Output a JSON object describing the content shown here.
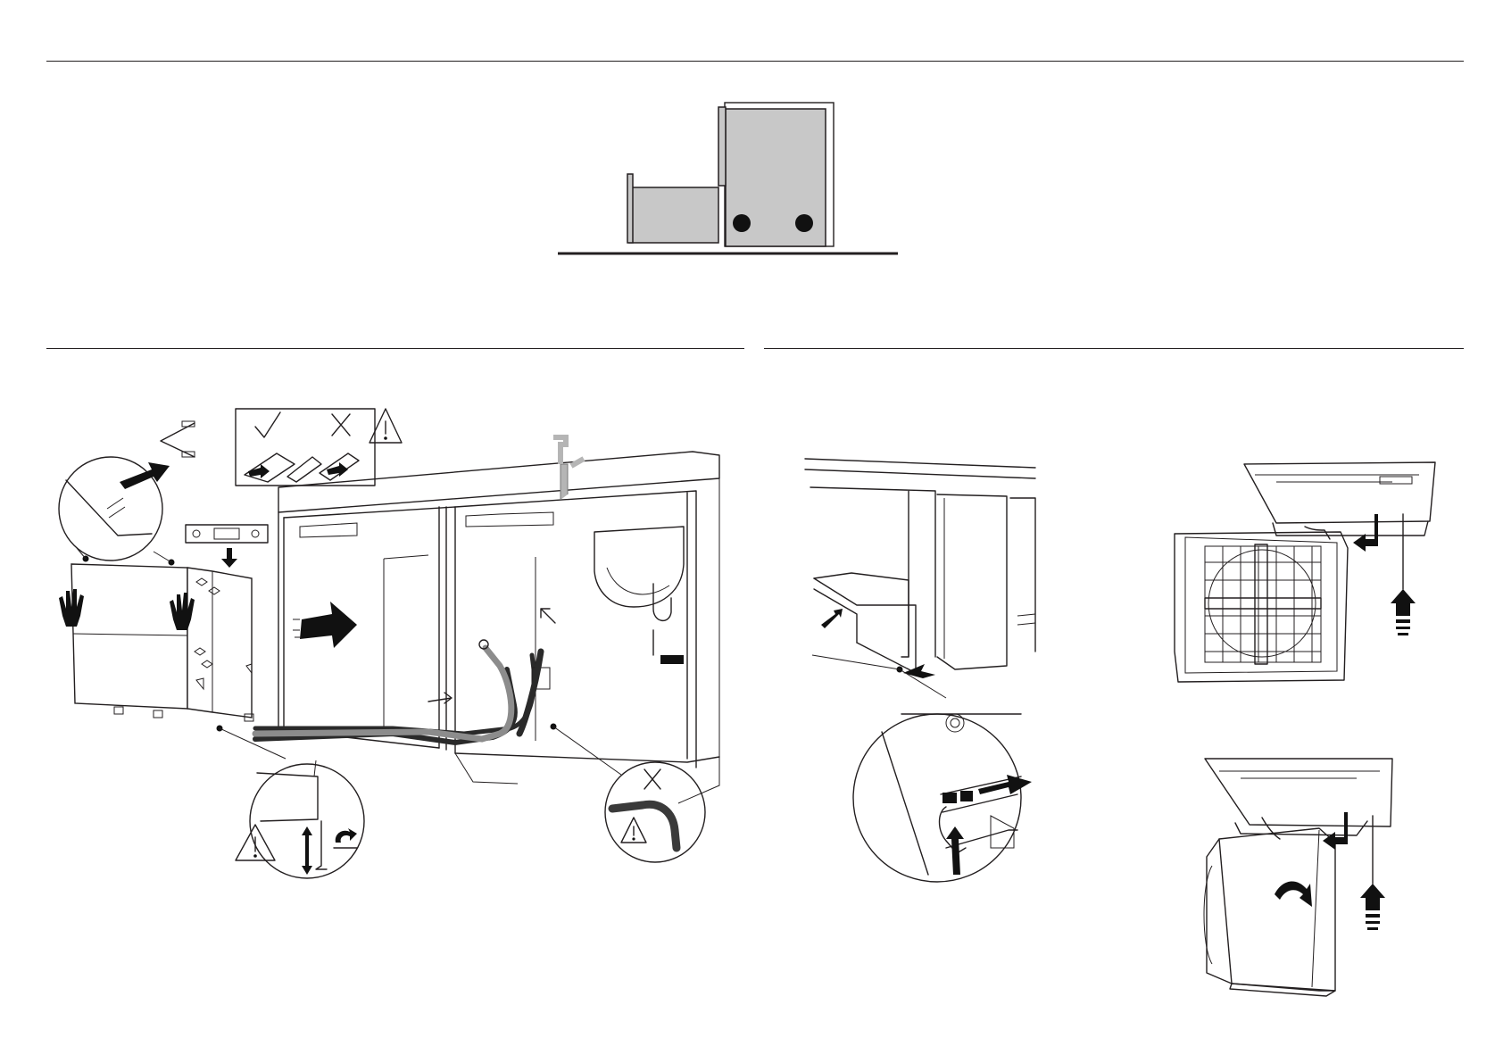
{
  "document": {
    "section_rules": [
      "top-full",
      "left-half",
      "right-half"
    ]
  },
  "figures": [
    {
      "id": "packaging-removal",
      "icons": [
        "grey-box-icon",
        "grey-dishwasher-block-icon",
        "wheel-icon"
      ]
    },
    {
      "id": "sliding-into-cavity",
      "icons": [
        "check-icon",
        "cross-icon",
        "warning-icon",
        "level-tool-icon",
        "hand-icon",
        "push-arrow-icon",
        "foot-adjust-icon",
        "kinked-hose-icon",
        "bracket-icon"
      ]
    },
    {
      "id": "drawer-removal",
      "icons": [
        "clip-release-icon",
        "finger-press-icon",
        "pull-arrow-icon"
      ]
    },
    {
      "id": "mounting-into-bench",
      "icons": [
        "screw-up-arrow-icon",
        "bracket-arrow-icon",
        "rotate-arrow-icon"
      ]
    }
  ],
  "colors": {
    "line": "#231f20",
    "grey_fill": "#c8c8c8",
    "hose_dark": "#2a2a2a",
    "hose_mid": "#8c8c8c",
    "tap_grey": "#b5b5b5"
  }
}
